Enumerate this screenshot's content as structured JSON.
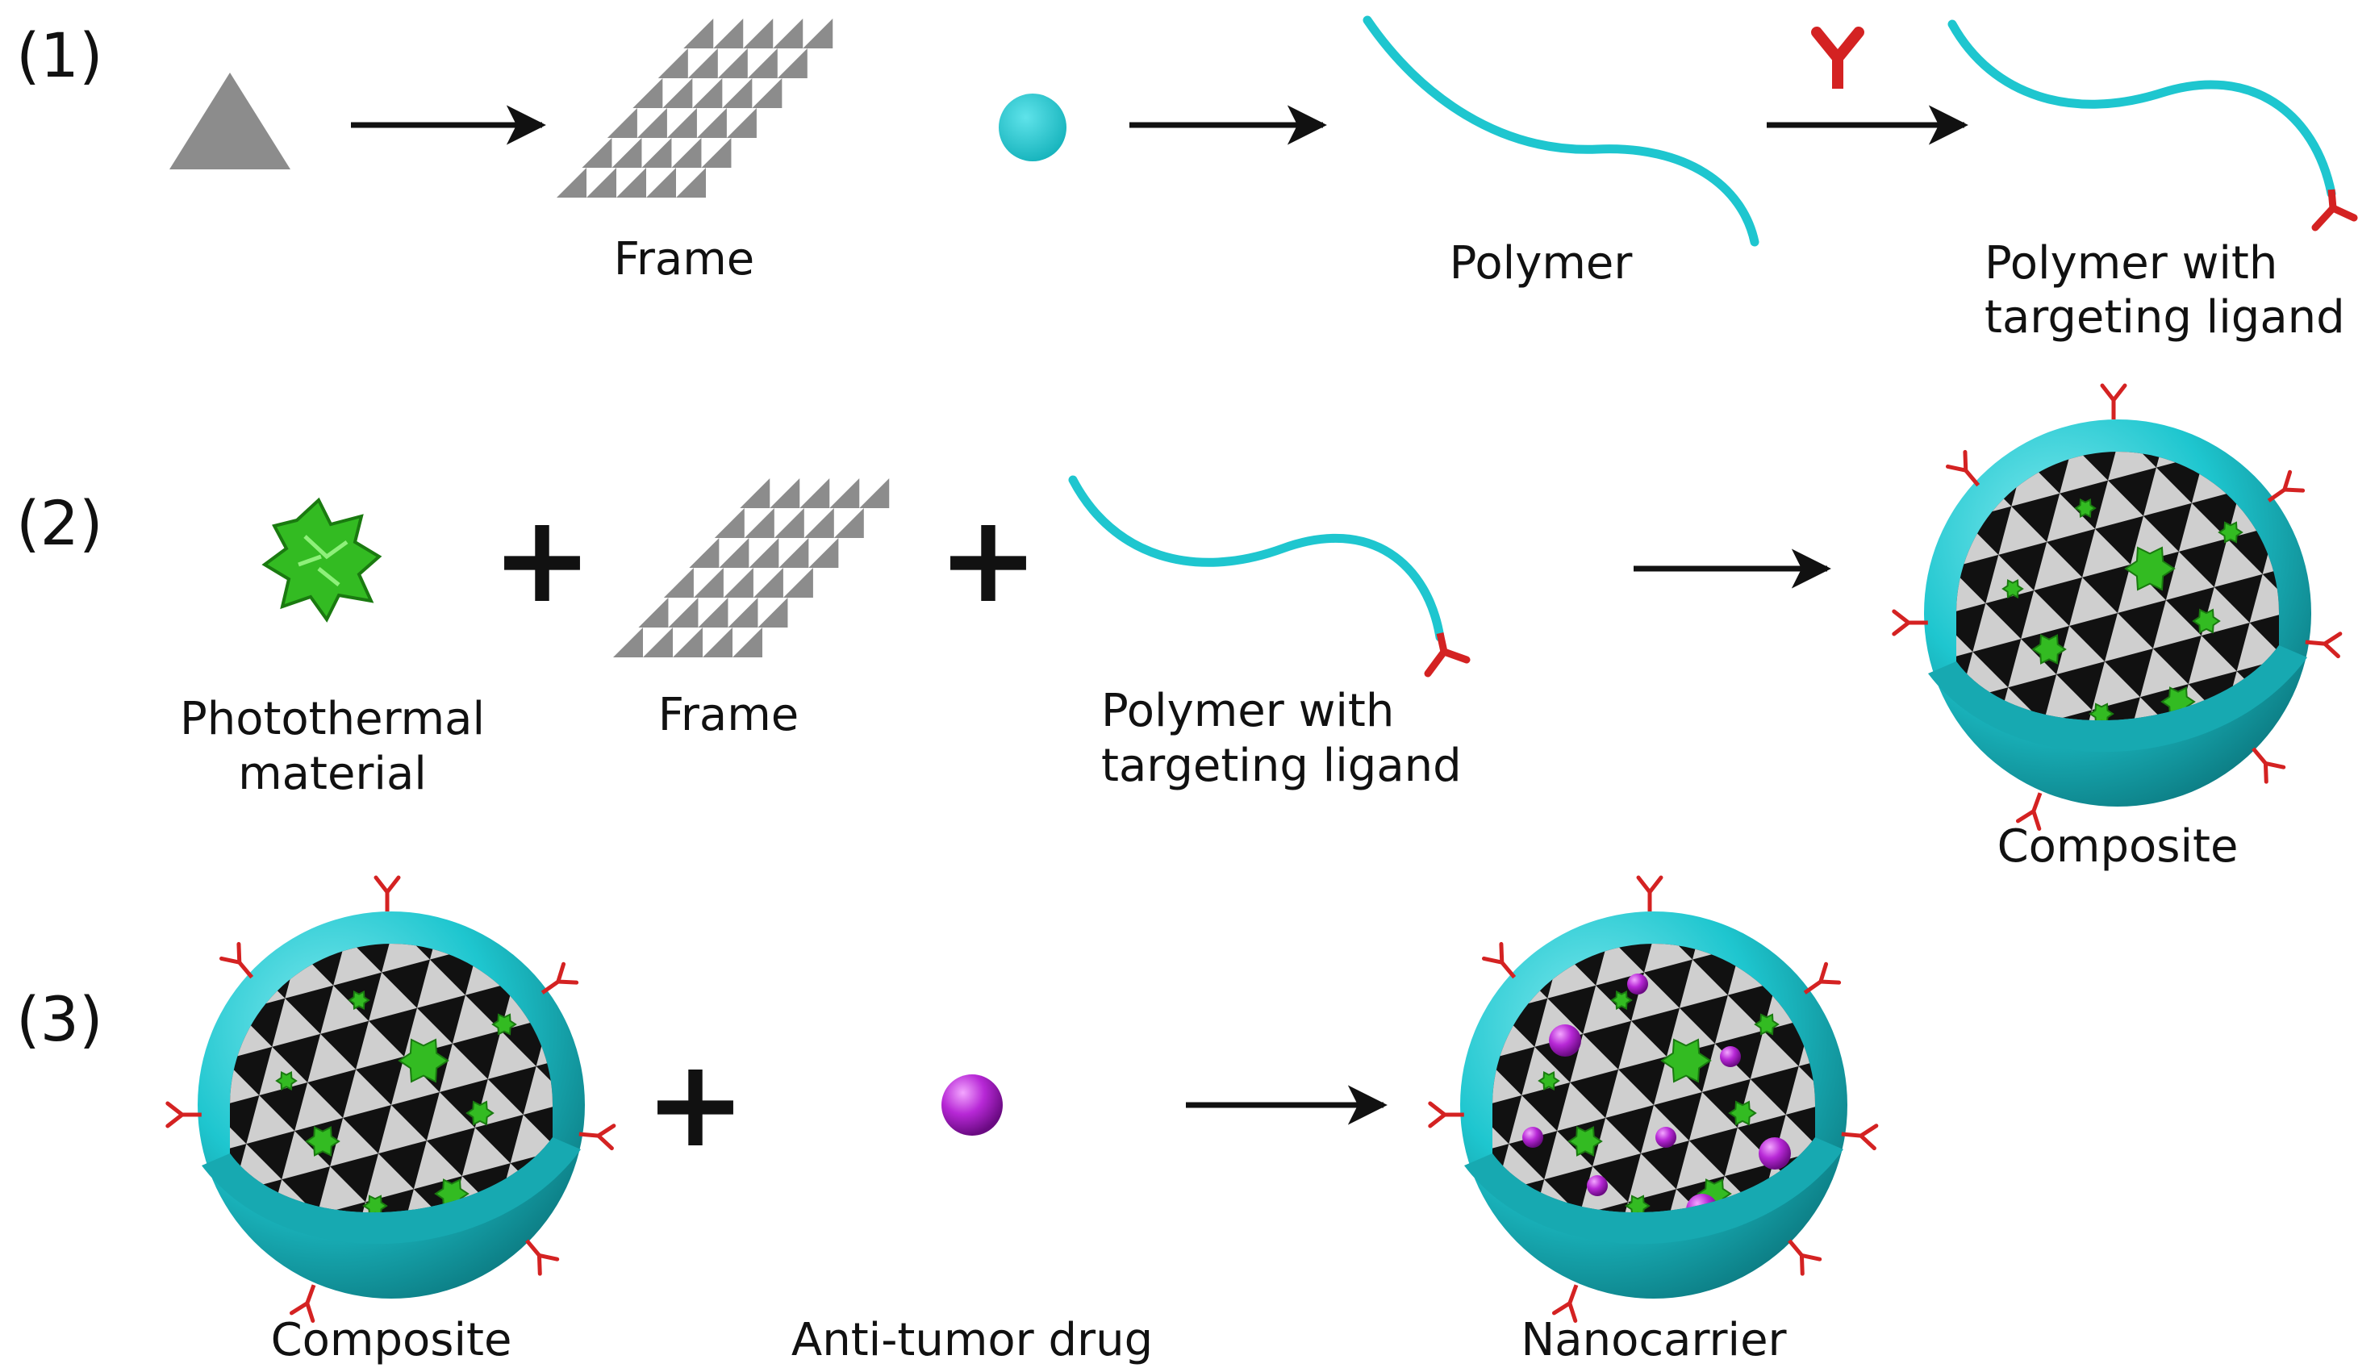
{
  "steps": [
    "(1)",
    "(2)",
    "(3)"
  ],
  "plus_sign": "+",
  "row1": {
    "frame": "Frame",
    "polymer": "Polymer",
    "polymer_ligand": [
      "Polymer with",
      "targeting ligand"
    ]
  },
  "row2": {
    "photothermal": [
      "Photothermal",
      "material"
    ],
    "frame": "Frame",
    "polymer_ligand": [
      "Polymer with",
      "targeting ligand"
    ],
    "composite": "Composite"
  },
  "row3": {
    "composite": "Composite",
    "drug": "Anti-tumor drug",
    "nanocarrier": "Nanocarrier"
  },
  "colors": {
    "monomer": "#8c8c8c",
    "polymer": "#1ec6cf",
    "ligand": "#d42222",
    "photothermal": "#33bb22",
    "drug": "#aa22cc",
    "frame": "#8c8c8c"
  }
}
